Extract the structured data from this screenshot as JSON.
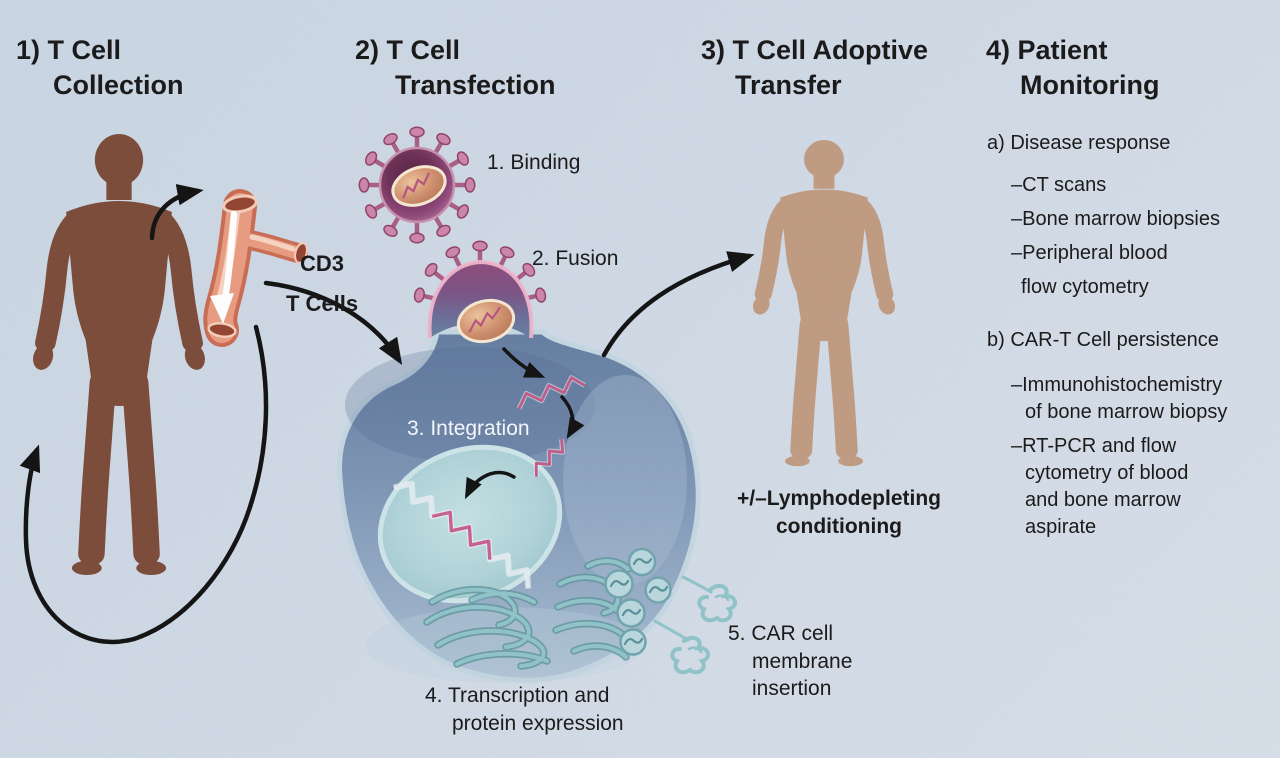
{
  "title": "CAR-T cell therapy process diagram",
  "steps": [
    {
      "line1": "1) T Cell",
      "line2": "Collection"
    },
    {
      "line1": "2) T Cell",
      "line2": "Transfection"
    },
    {
      "line1": "3) T Cell Adoptive",
      "line2": "Transfer"
    },
    {
      "line1": "4) Patient",
      "line2": "Monitoring"
    }
  ],
  "process_labels": {
    "binding": "1. Binding",
    "fusion": "2. Fusion",
    "integration": "3. Integration",
    "transcription_line1": "4. Transcription and",
    "transcription_line2": "protein expression",
    "car_line1": "5. CAR cell",
    "car_line2": "membrane",
    "car_line3": "insertion",
    "cd3": "CD3",
    "t_cells": "T Cells",
    "lympho_line1": "+/–Lymphodepleting",
    "lympho_line2": "conditioning"
  },
  "monitoring": {
    "a_label": "a) Disease response",
    "a_items": [
      "–CT scans",
      "–Bone marrow biopsies",
      "–Peripheral blood",
      "flow cytometry"
    ],
    "b_label": "b) CAR-T Cell persistence",
    "b_items": [
      "–Immunohistochemistry",
      "of bone marrow biopsy",
      "–RT-PCR and flow",
      "cytometry of blood",
      "and bone marrow",
      "aspirate"
    ]
  },
  "colors": {
    "background": "#cfd9e5",
    "text_dark": "#1b1b1b",
    "text_white": "#f2f6fa",
    "patient_collection_skin": "#7b4a38",
    "patient_transfer_skin": "#bf9a80",
    "vessel": "#d98b73",
    "vessel_highlight": "#f8d8c8",
    "virus_body": "#6d2e55",
    "virus_spike": "#cd84aa",
    "virus_core": "#d0906d",
    "cell_body": "#7d95b5",
    "cell_rim": "#c3d6e1",
    "nucleus": "#b0d4d9",
    "er_teal": "#8fc3c9",
    "dna_pink": "#c7608f",
    "arrow_black": "#101010"
  }
}
